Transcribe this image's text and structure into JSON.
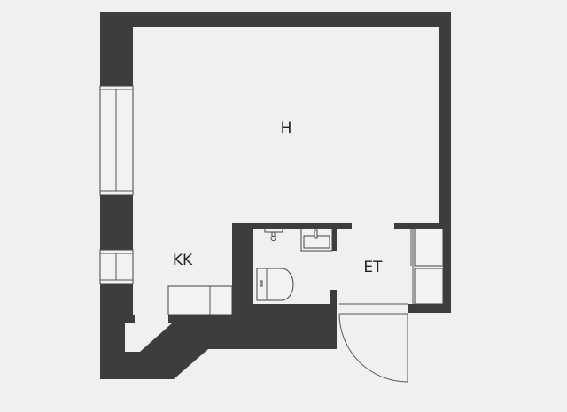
{
  "rooms": {
    "living": "H",
    "kitchen": "KK",
    "entrance": "ET"
  },
  "colors": {
    "wall": "#3d3d3d",
    "floor": "#f0f0f0"
  }
}
